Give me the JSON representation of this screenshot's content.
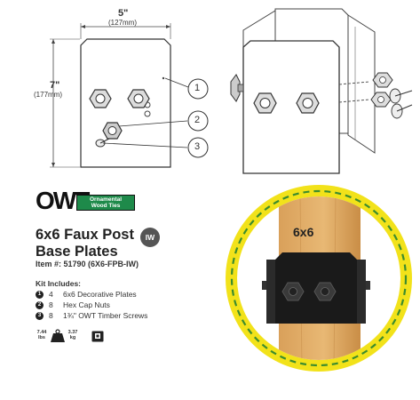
{
  "drawing": {
    "width_label": "5\"",
    "width_metric": "(127mm)",
    "height_label": "7\"",
    "height_metric": "(177mm)",
    "callouts": [
      "1",
      "2",
      "3"
    ]
  },
  "brand": {
    "logo_text": "OWT",
    "logo_tag_line1": "Ornamental",
    "logo_tag_line2": "Wood Ties",
    "accent_color": "#1e8a4a"
  },
  "product": {
    "title_line1": "6x6 Faux Post",
    "title_line2": "Base Plates",
    "badge": "IW",
    "item_number": "Item #: 51790 (6X6-FPB-IW)"
  },
  "kit": {
    "heading": "Kit Includes:",
    "items": [
      {
        "num": "1",
        "qty": "4",
        "desc": "6x6 Decorative Plates"
      },
      {
        "num": "2",
        "qty": "8",
        "desc": "Hex Cap Nuts"
      },
      {
        "num": "3",
        "qty": "8",
        "desc": "1¾\" OWT Timber Screws"
      }
    ]
  },
  "weight": {
    "lbs_value": "7.44",
    "lbs_unit": "lbs",
    "kg_value": "3.37",
    "kg_unit": "kg"
  },
  "illustration": {
    "post_label": "6x6",
    "ring_color": "#f2e21a",
    "dash_color": "#3c8c2e"
  }
}
